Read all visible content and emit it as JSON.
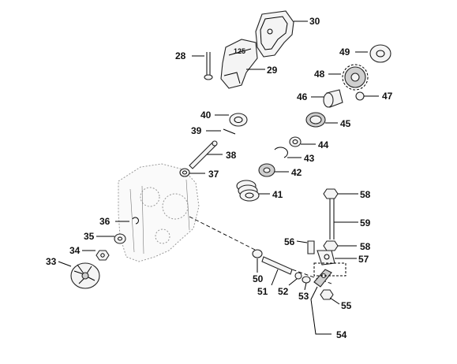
{
  "diagram": {
    "stamp_text": "125",
    "labels": {
      "p28": "28",
      "p29": "29",
      "p30": "30",
      "p33": "33",
      "p34": "34",
      "p35": "35",
      "p36": "36",
      "p37": "37",
      "p38": "38",
      "p39": "39",
      "p40": "40",
      "p41": "41",
      "p42": "42",
      "p43": "43",
      "p44": "44",
      "p45": "45",
      "p46": "46",
      "p47": "47",
      "p48": "48",
      "p49": "49",
      "p50": "50",
      "p51": "51",
      "p52": "52",
      "p53": "53",
      "p54": "54",
      "p55": "55",
      "p56": "56",
      "p57": "57",
      "p58a": "58",
      "p58b": "58",
      "p59": "59"
    }
  }
}
